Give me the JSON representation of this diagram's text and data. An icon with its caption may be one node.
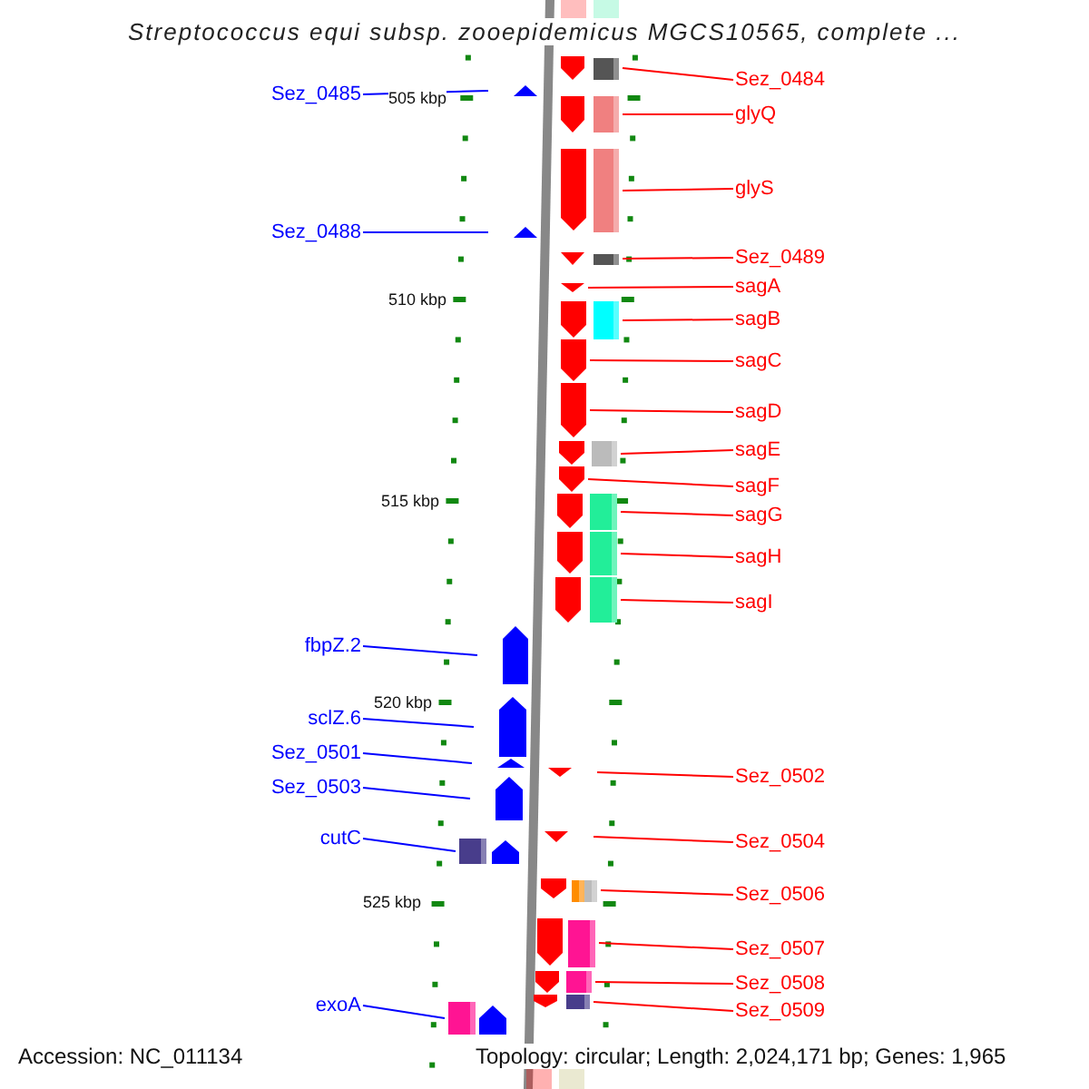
{
  "diagram": {
    "title": "Streptococcus equi subsp. zooepidemicus MGCS10565, complete ...",
    "nodes": [
      {
        "text": [
          "Sez_0484"
        ]
      },
      {
        "text": [],
        "shape": "arrow"
      },
      {
        "text": [
          "Sez_0485"
        ]
      },
      {
        "text": [],
        "shape": "triangle"
      },
      {
        "text": [
          "glyQ"
        ]
      },
      {
        "text": [],
        "shape": "arrow"
      },
      {
        "text": [
          "glyS"
        ]
      },
      {
        "text": [],
        "shape": "arrow"
      },
      {
        "text": [
          "Sez_0488"
        ]
      },
      {
        "text": [],
        "shape": "triangle"
      },
      {
        "text": [
          "Sez_0489"
        ]
      },
      {
        "text": [],
        "shape": "triangle"
      },
      {
        "text": [
          "sagA"
        ]
      },
      {
        "text": [],
        "shape": "triangle"
      },
      {
        "text": [
          "sagB"
        ]
      },
      {
        "text": [],
        "shape": "arrow"
      },
      {
        "text": [
          "sagC"
        ]
      },
      {
        "text": [],
        "shape": "arrow"
      },
      {
        "text": [
          "sagD"
        ]
      },
      {
        "text": [],
        "shape": "arrow"
      },
      {
        "text": [
          "sagE"
        ]
      },
      {
        "text": [],
        "shape": "arrow"
      },
      {
        "text": [
          "sagF"
        ]
      },
      {
        "text": [],
        "shape": "arrow"
      },
      {
        "text": [
          "sagG"
        ]
      },
      {
        "text": [],
        "shape": "arrow"
      },
      {
        "text": [
          "sagH"
        ]
      },
      {
        "text": [],
        "shape": "arrow"
      },
      {
        "text": [
          "sagI"
        ]
      },
      {
        "text": [],
        "shape": "arrow"
      },
      {
        "text": [
          "fbpZ.2"
        ]
      },
      {
        "text": [],
        "shape": "arrow"
      },
      {
        "text": [
          "sclZ.6"
        ]
      },
      {
        "text": [],
        "shape": "arrow"
      },
      {
        "text": [
          "Sez_0501"
        ]
      },
      {
        "text": [],
        "shape": "triangle"
      },
      {
        "text": [
          "Sez_0502"
        ]
      },
      {
        "text": [],
        "shape": "triangle"
      },
      {
        "text": [
          "Sez_0503"
        ]
      },
      {
        "text": [],
        "shape": "arrow"
      },
      {
        "text": [
          "cutC"
        ]
      },
      {
        "text": [],
        "shape": "arrow"
      },
      {
        "text": [
          "Sez_0504"
        ]
      },
      {
        "text": [],
        "shape": "triangle"
      },
      {
        "text": [
          "Sez_0506"
        ]
      },
      {
        "text": [],
        "shape": "arrow"
      },
      {
        "text": [
          "Sez_0507"
        ]
      },
      {
        "text": [],
        "shape": "arrow"
      },
      {
        "text": [
          "Sez_0508"
        ]
      },
      {
        "text": [],
        "shape": "arrow"
      },
      {
        "text": [
          "Sez_0509"
        ]
      },
      {
        "text": [],
        "shape": "arrow"
      },
      {
        "text": [
          "exoA"
        ]
      },
      {
        "text": [],
        "shape": "arrow"
      }
    ],
    "edges": [
      {
        "from": 0,
        "to": 1,
        "arrow": "none"
      },
      {
        "from": 2,
        "to": 3,
        "arrow": "none",
        "color": "#0000ff"
      },
      {
        "from": 4,
        "to": 5,
        "arrow": "none"
      },
      {
        "from": 6,
        "to": 7,
        "arrow": "none"
      },
      {
        "from": 8,
        "to": 9,
        "arrow": "none",
        "color": "#0000ff"
      },
      {
        "from": 10,
        "to": 11,
        "arrow": "none"
      },
      {
        "from": 12,
        "to": 13,
        "arrow": "none"
      },
      {
        "from": 14,
        "to": 15,
        "arrow": "none"
      },
      {
        "from": 16,
        "to": 17,
        "arrow": "none"
      },
      {
        "from": 18,
        "to": 19,
        "arrow": "none"
      },
      {
        "from": 20,
        "to": 21,
        "arrow": "none"
      },
      {
        "from": 22,
        "to": 23,
        "arrow": "none"
      },
      {
        "from": 24,
        "to": 25,
        "arrow": "none"
      },
      {
        "from": 26,
        "to": 27,
        "arrow": "none"
      },
      {
        "from": 28,
        "to": 29,
        "arrow": "none"
      },
      {
        "from": 30,
        "to": 31,
        "arrow": "none",
        "color": "#0000ff"
      },
      {
        "from": 32,
        "to": 33,
        "arrow": "none",
        "color": "#0000ff"
      },
      {
        "from": 34,
        "to": 35,
        "arrow": "none",
        "color": "#0000ff"
      },
      {
        "from": 36,
        "to": 37,
        "arrow": "none"
      },
      {
        "from": 38,
        "to": 39,
        "arrow": "none",
        "color": "#0000ff"
      },
      {
        "from": 40,
        "to": 41,
        "arrow": "none",
        "color": "#0000ff"
      },
      {
        "from": 42,
        "to": 43,
        "arrow": "none"
      },
      {
        "from": 44,
        "to": 45,
        "arrow": "none"
      },
      {
        "from": 46,
        "to": 47,
        "arrow": "none"
      },
      {
        "from": 48,
        "to": 49,
        "arrow": "none"
      },
      {
        "from": 50,
        "to": 51,
        "arrow": "none"
      },
      {
        "from": 52,
        "to": 53,
        "arrow": "none",
        "color": "#0000ff"
      }
    ],
    "labels": [
      "505 kbp",
      "510 kbp",
      "515 kbp",
      "520 kbp",
      "525 kbp",
      "Accession: NC_011134",
      "Topology: circular; Length: 2,024,171 bp; Genes: 1,965"
    ]
  }
}
